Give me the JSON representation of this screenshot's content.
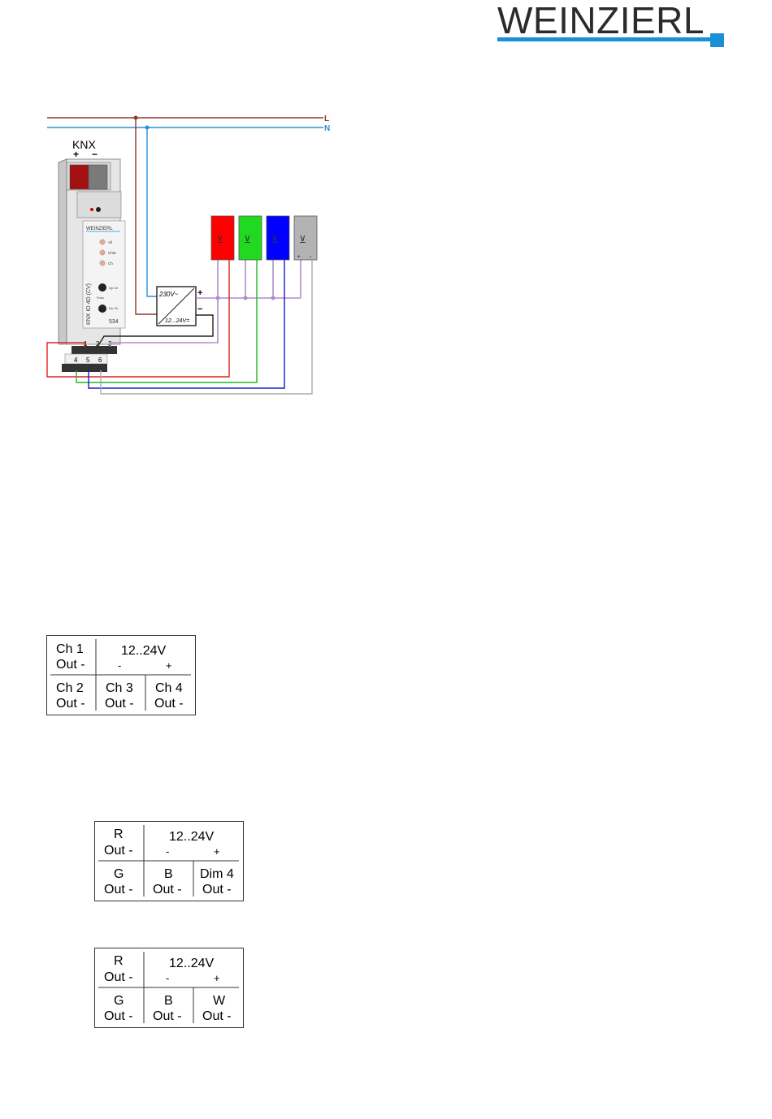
{
  "brand": {
    "name": "WEINZIERL",
    "accent_color": "#1b8fd6"
  },
  "wiring": {
    "line_l": "L",
    "line_n": "N",
    "knx_label": "KNX",
    "knx_plus": "+",
    "knx_minus": "−",
    "device_brand": "WEINZIERL",
    "led_all": "All",
    "led_chm": "ChM",
    "led_ch": "Ch",
    "btn_up": "Up Ch",
    "btn_func": "Func",
    "btn_dn": "Dn Ch",
    "device_model": "KNX IO 4D (CV)",
    "device_number": "534",
    "terminals_top": [
      "1",
      "2",
      "3"
    ],
    "terminals_bottom": [
      "4",
      "5",
      "6"
    ],
    "psu_in": "230V~",
    "psu_out": "12...24V=",
    "psu_plus": "+",
    "psu_minus": "−",
    "lamp_colors": [
      "#ff0000",
      "#22d922",
      "#0000ff",
      "#b3b3b3"
    ],
    "lamp_pin_plus": "+",
    "lamp_pin_minus": "−"
  },
  "tables": [
    {
      "top_left": [
        "Ch 1",
        "Out -"
      ],
      "voltage": "12..24V",
      "minus": "-",
      "plus": "+",
      "bottom": [
        [
          "Ch 2",
          "Out -"
        ],
        [
          "Ch 3",
          "Out -"
        ],
        [
          "Ch 4",
          "Out -"
        ]
      ]
    },
    {
      "top_left": [
        "R",
        "Out -"
      ],
      "voltage": "12..24V",
      "minus": "-",
      "plus": "+",
      "bottom": [
        [
          "G",
          "Out -"
        ],
        [
          "B",
          "Out -"
        ],
        [
          "Dim 4",
          "Out -"
        ]
      ]
    },
    {
      "top_left": [
        "R",
        "Out -"
      ],
      "voltage": "12..24V",
      "minus": "-",
      "plus": "+",
      "bottom": [
        [
          "G",
          "Out -"
        ],
        [
          "B",
          "Out -"
        ],
        [
          "W",
          "Out -"
        ]
      ]
    }
  ]
}
